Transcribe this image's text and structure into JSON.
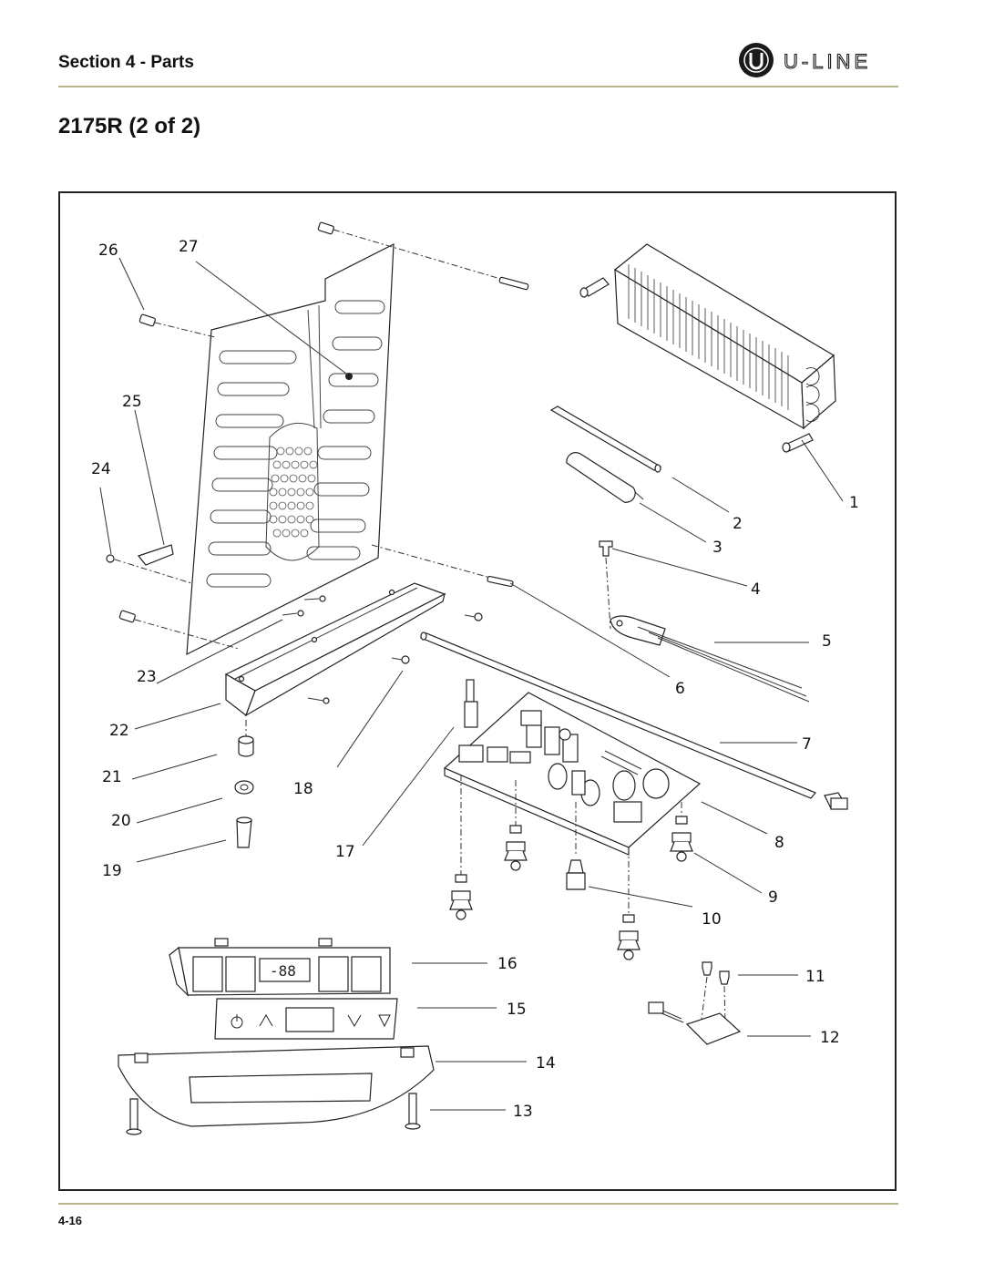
{
  "header": {
    "section_title": "Section 4 - Parts",
    "brand": "U-LINE"
  },
  "page_heading": "2175R (2 of 2)",
  "callouts": [
    "1",
    "2",
    "3",
    "4",
    "5",
    "6",
    "7",
    "8",
    "9",
    "10",
    "11",
    "12",
    "13",
    "14",
    "15",
    "16",
    "17",
    "18",
    "19",
    "20",
    "21",
    "22",
    "23",
    "24",
    "25",
    "26",
    "27"
  ],
  "control_display": "-88",
  "page_number": "4-16",
  "colors": {
    "rule": "#b7b58e",
    "frame": "#222222"
  },
  "icons": [
    "u-line-logo-icon",
    "power-icon",
    "up-arrow-icon",
    "down-arrow-icon",
    "light-icon"
  ]
}
